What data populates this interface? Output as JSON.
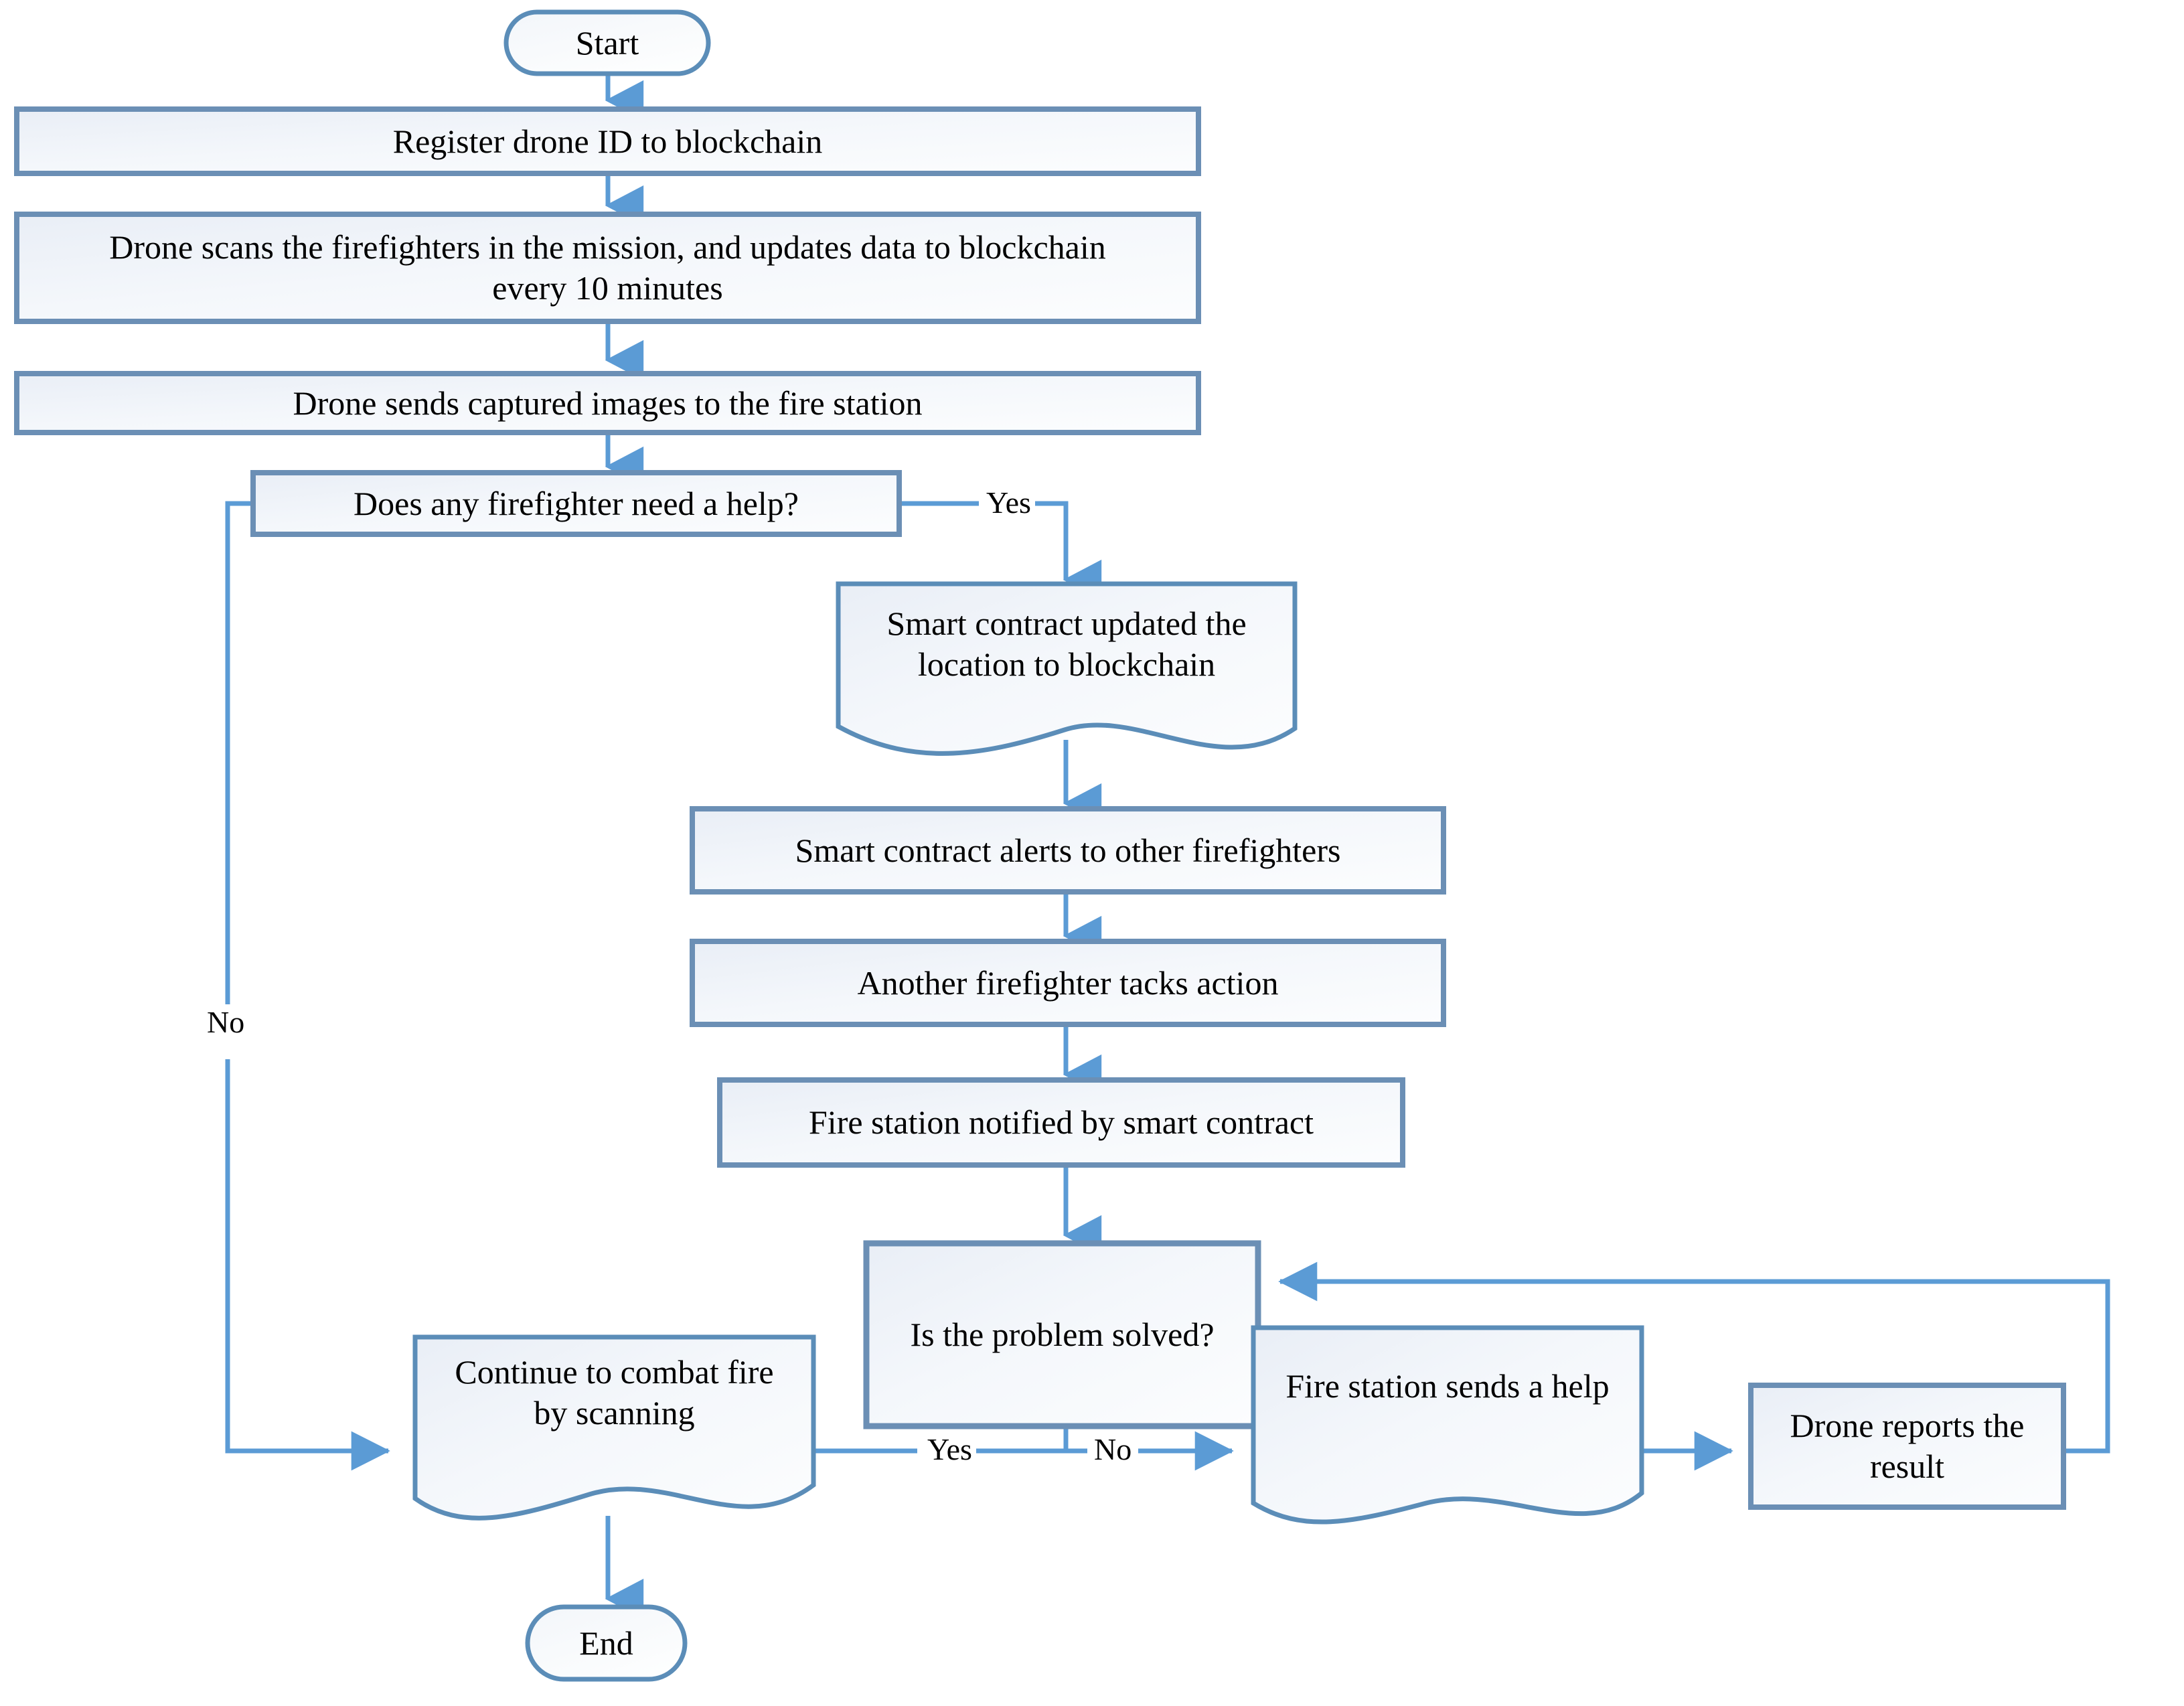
{
  "diagram": {
    "type": "flowchart",
    "title": "Drone-blockchain firefighter assistance flowchart",
    "colors": {
      "border": "#5b8db8",
      "border_process": "#6b8fb5",
      "connector": "#5b9bd5",
      "fill_light": "#eef2f8",
      "fill_lighter": "#fafbfd",
      "text": "#000000",
      "background": "#ffffff"
    },
    "nodes": {
      "start": {
        "label": "Start",
        "shape": "terminator"
      },
      "register": {
        "label": "Register drone ID to blockchain",
        "shape": "process"
      },
      "scan": {
        "label": "Drone scans the firefighters in the mission, and updates data to blockchain\nevery 10 minutes",
        "shape": "process"
      },
      "send_images": {
        "label": "Drone sends captured images to the fire station",
        "shape": "process"
      },
      "need_help": {
        "label": "Does any firefighter need a help?",
        "shape": "decision"
      },
      "sc_update": {
        "label": "Smart contract updated the\nlocation to blockchain",
        "shape": "document"
      },
      "sc_alert": {
        "label": "Smart contract alerts to other firefighters",
        "shape": "process"
      },
      "another_ff": {
        "label": "Another firefighter tacks action",
        "shape": "process"
      },
      "station_notified": {
        "label": "Fire station notified by smart contract",
        "shape": "process"
      },
      "problem_solved": {
        "label": "Is the problem solved?",
        "shape": "decision"
      },
      "continue_combat": {
        "label": "Continue to combat fire\nby scanning",
        "shape": "document"
      },
      "station_help": {
        "label": "Fire station sends a help",
        "shape": "document"
      },
      "drone_reports": {
        "label": "Drone reports the result",
        "shape": "process"
      },
      "end": {
        "label": "End",
        "shape": "terminator"
      }
    },
    "edge_labels": {
      "need_help_yes": "Yes",
      "need_help_no": "No",
      "solved_yes": "Yes",
      "solved_no": "No"
    },
    "edges": [
      {
        "from": "start",
        "to": "register",
        "label": ""
      },
      {
        "from": "register",
        "to": "scan",
        "label": ""
      },
      {
        "from": "scan",
        "to": "send_images",
        "label": ""
      },
      {
        "from": "send_images",
        "to": "need_help",
        "label": ""
      },
      {
        "from": "need_help",
        "to": "sc_update",
        "label": "Yes"
      },
      {
        "from": "need_help",
        "to": "continue_combat",
        "label": "No"
      },
      {
        "from": "sc_update",
        "to": "sc_alert",
        "label": ""
      },
      {
        "from": "sc_alert",
        "to": "another_ff",
        "label": ""
      },
      {
        "from": "another_ff",
        "to": "station_notified",
        "label": ""
      },
      {
        "from": "station_notified",
        "to": "problem_solved",
        "label": ""
      },
      {
        "from": "problem_solved",
        "to": "continue_combat",
        "label": "Yes"
      },
      {
        "from": "problem_solved",
        "to": "station_help",
        "label": "No"
      },
      {
        "from": "station_help",
        "to": "drone_reports",
        "label": ""
      },
      {
        "from": "drone_reports",
        "to": "problem_solved",
        "label": ""
      },
      {
        "from": "continue_combat",
        "to": "end",
        "label": ""
      }
    ]
  }
}
